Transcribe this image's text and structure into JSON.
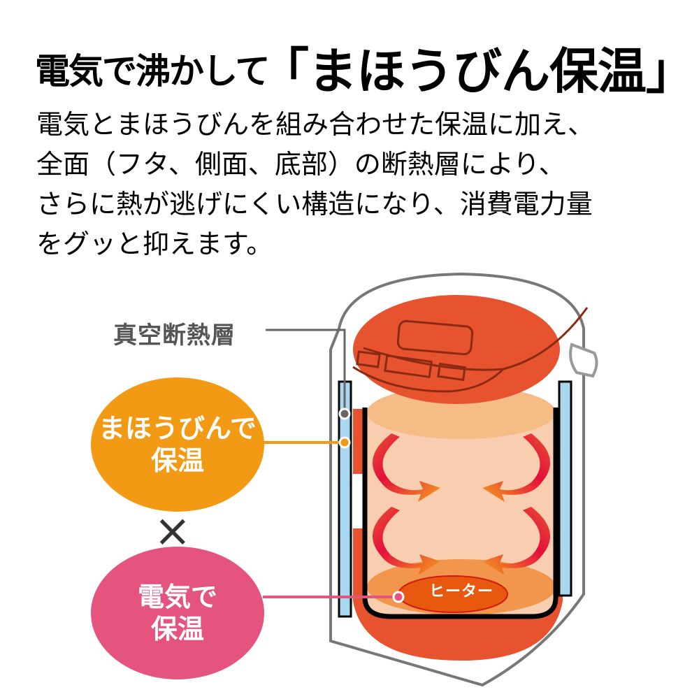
{
  "headline": {
    "prefix": "電気で沸かして",
    "emphasis": "「まほうびん保温」"
  },
  "description": {
    "lines": [
      "電気とまほうびんを組み合わせた保温に加え、",
      "全面（フタ、側面、底部）の断熱層により、",
      "さらに熱が逃げにくい構造になり、消費電力量",
      "をグッと抑えます。"
    ]
  },
  "diagram": {
    "vacuum_label": "真空断熱層",
    "bubble_thermos": {
      "line1": "まほうびんで",
      "line2": "保温"
    },
    "times_symbol": "×",
    "bubble_electric": {
      "line1": "電気で",
      "line2": "保温"
    },
    "heater_label": "ヒーター",
    "colors": {
      "thermos_bubble": "#f39a14",
      "electric_bubble": "#e4547e",
      "lid": "#e8532f",
      "insulation": "#a8d8f0",
      "water": "#f8cdb0",
      "heater": "#e8580f",
      "outline": "#777777"
    }
  }
}
